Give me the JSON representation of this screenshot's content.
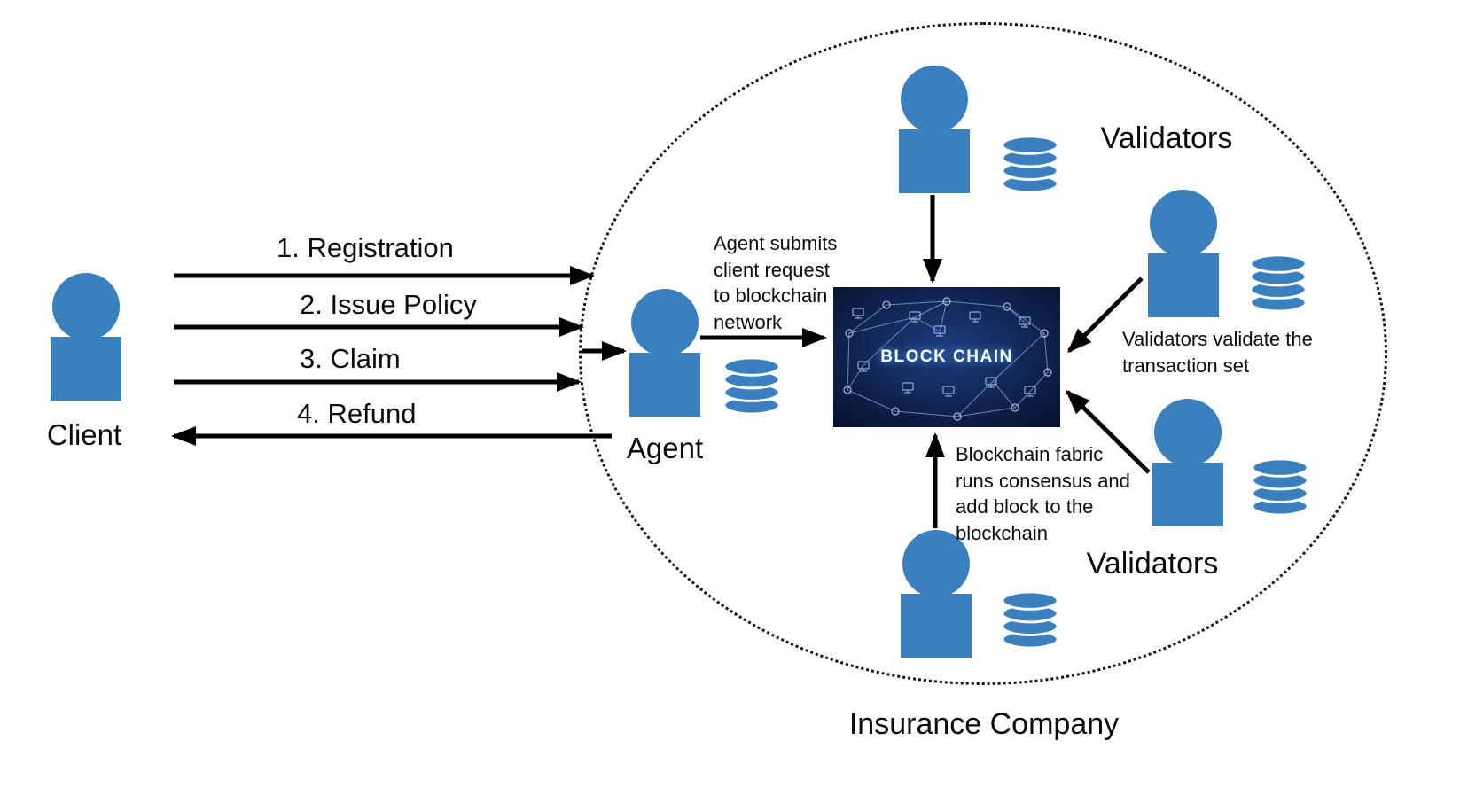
{
  "client": {
    "label": "Client"
  },
  "flows": {
    "registration": "1. Registration",
    "issue_policy": "2. Issue Policy",
    "claim": "3. Claim",
    "refund": "4. Refund"
  },
  "agent": {
    "label": "Agent",
    "note": "Agent submits\nclient request\nto blockchain\nnetwork"
  },
  "blockchain": {
    "label": "BLOCK CHAIN"
  },
  "validators": {
    "top_label": "Validators",
    "bottom_label": "Validators",
    "validate_note": "Validators validate the\ntransaction set",
    "consensus_note": "Blockchain fabric\nruns consensus and\nadd  block to the\nblockchain"
  },
  "company": {
    "label": "Insurance Company"
  },
  "colors": {
    "figure_blue": "#3A80BE",
    "blockchain_bg": "#0a1a40",
    "arrow": "#000000"
  }
}
